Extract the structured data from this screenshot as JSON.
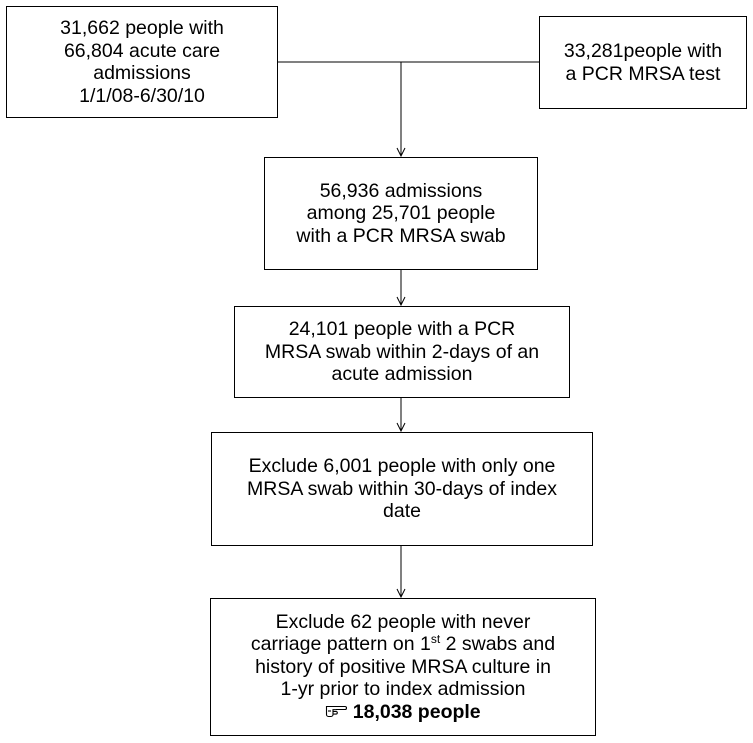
{
  "flowchart": {
    "source_admissions": {
      "lines": [
        "31,662 people with",
        "66,804 acute care",
        "admissions",
        "1/1/08-6/30/10"
      ]
    },
    "source_pcr": {
      "lines": [
        "33,281people with",
        "a PCR MRSA test"
      ]
    },
    "admissions_swab": {
      "lines": [
        "56,936 admissions",
        "among 25,701 people",
        "with a PCR MRSA swab"
      ]
    },
    "swab_2days": {
      "lines": [
        "24,101 people with a PCR",
        "MRSA swab within 2-days of an",
        "acute admission"
      ]
    },
    "exclude_one_swab": {
      "lines": [
        "Exclude 6,001 people with only one",
        "MRSA swab within 30-days of index",
        "date"
      ]
    },
    "exclude_never": {
      "line1": "Exclude 62 people with never",
      "line2_pre": "carriage pattern on 1",
      "line2_sup": "st",
      "line2_post": " 2 swabs and",
      "line3": "history of positive MRSA culture in",
      "line4": "1-yr prior to index admission",
      "final_icon": "pointing-hand-icon",
      "final_count": "18,038 people"
    }
  }
}
